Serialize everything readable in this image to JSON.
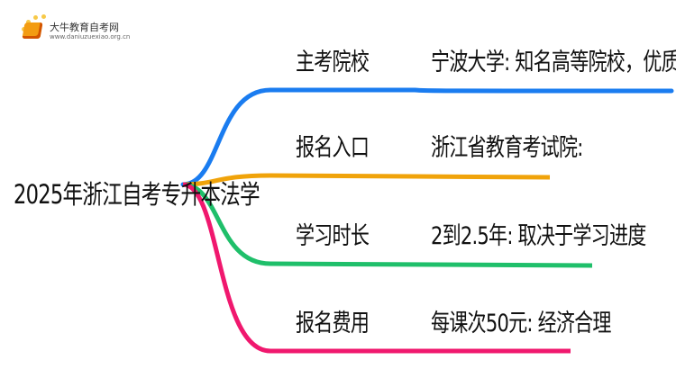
{
  "logo": {
    "title": "大牛教育自考网",
    "url": "www.daniuzuexiao.org.cn"
  },
  "root": "2025年浙江自考专升本法学",
  "branches": [
    {
      "label": "主考院校",
      "value": "宁波大学: 知名高等院校，优质法学教育",
      "color": "#1a7cf0"
    },
    {
      "label": "报名入口",
      "value": "浙江省教育考试院:",
      "color": "#f0a30a"
    },
    {
      "label": "学习时长",
      "value": "2到2.5年: 取决于学习进度",
      "color": "#1fbf6a"
    },
    {
      "label": "报名费用",
      "value": "每课次50元: 经济合理",
      "color": "#f0186e"
    }
  ]
}
